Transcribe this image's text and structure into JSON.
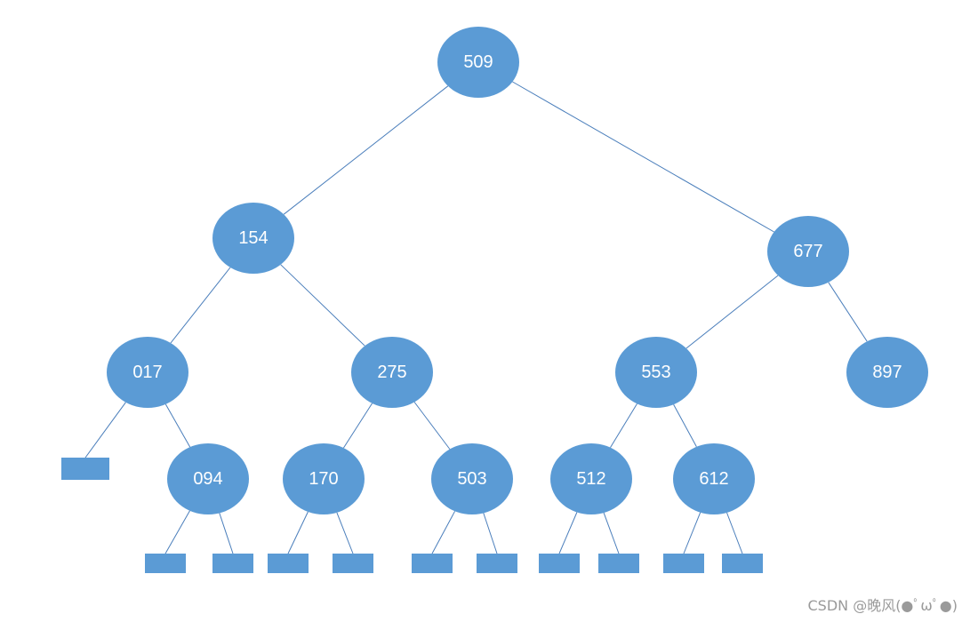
{
  "tree": {
    "nodes": [
      {
        "id": "n509",
        "label": "509"
      },
      {
        "id": "n154",
        "label": "154"
      },
      {
        "id": "n677",
        "label": "677"
      },
      {
        "id": "n017",
        "label": "017"
      },
      {
        "id": "n275",
        "label": "275"
      },
      {
        "id": "n553",
        "label": "553"
      },
      {
        "id": "n897",
        "label": "897"
      },
      {
        "id": "n094",
        "label": "094"
      },
      {
        "id": "n170",
        "label": "170"
      },
      {
        "id": "n503",
        "label": "503"
      },
      {
        "id": "n512",
        "label": "512"
      },
      {
        "id": "n612",
        "label": "612"
      }
    ],
    "leaves": [
      {
        "id": "l017L"
      },
      {
        "id": "l094L"
      },
      {
        "id": "l094R"
      },
      {
        "id": "l170L"
      },
      {
        "id": "l170R"
      },
      {
        "id": "l503L"
      },
      {
        "id": "l503R"
      },
      {
        "id": "l512L"
      },
      {
        "id": "l512R"
      },
      {
        "id": "l612L"
      },
      {
        "id": "l612R"
      }
    ],
    "edges": [
      {
        "from": "n509",
        "to": "n154"
      },
      {
        "from": "n509",
        "to": "n677"
      },
      {
        "from": "n154",
        "to": "n017"
      },
      {
        "from": "n154",
        "to": "n275"
      },
      {
        "from": "n677",
        "to": "n553"
      },
      {
        "from": "n677",
        "to": "n897"
      },
      {
        "from": "n017",
        "to": "l017L"
      },
      {
        "from": "n017",
        "to": "n094"
      },
      {
        "from": "n275",
        "to": "n170"
      },
      {
        "from": "n275",
        "to": "n503"
      },
      {
        "from": "n553",
        "to": "n512"
      },
      {
        "from": "n553",
        "to": "n612"
      },
      {
        "from": "n094",
        "to": "l094L"
      },
      {
        "from": "n094",
        "to": "l094R"
      },
      {
        "from": "n170",
        "to": "l170L"
      },
      {
        "from": "n170",
        "to": "l170R"
      },
      {
        "from": "n503",
        "to": "l503L"
      },
      {
        "from": "n503",
        "to": "l503R"
      },
      {
        "from": "n512",
        "to": "l512L"
      },
      {
        "from": "n512",
        "to": "l512R"
      },
      {
        "from": "n612",
        "to": "l612L"
      },
      {
        "from": "n612",
        "to": "l612R"
      }
    ]
  },
  "colors": {
    "node_fill": "#5b9bd5",
    "edge_stroke": "#4a7ebb",
    "label_text": "#ffffff",
    "watermark_text": "#9a9a9a"
  },
  "watermark": "CSDN @晚风(●ﾟωﾟ●)"
}
